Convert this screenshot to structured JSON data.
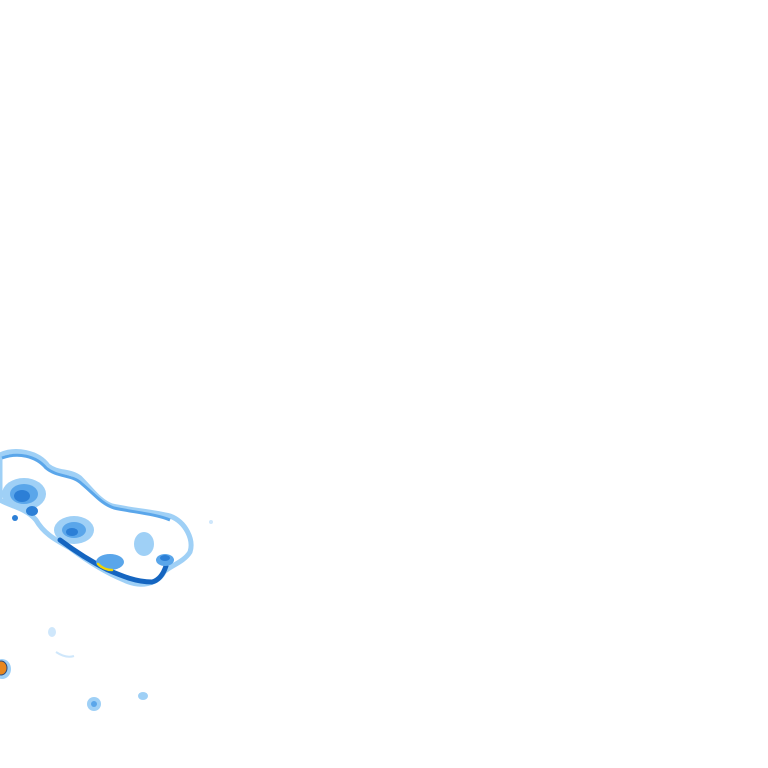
{
  "layer": {
    "kind": "precipitation-radar-overlay",
    "background": "#ffffff"
  },
  "palette": {
    "very_light": "#cfe7fb",
    "light": "#9fd0f6",
    "medium": "#5aa6ea",
    "strong": "#2c7fd6",
    "intense": "#1565c0",
    "yellow": "#f2d500",
    "orange": "#e8871e",
    "outline_dark": "#2a4a7a"
  },
  "precipitation_cells": [
    {
      "id": "main-band",
      "intensity": "light"
    },
    {
      "id": "west-core",
      "intensity": "strong"
    },
    {
      "id": "central-core",
      "intensity": "strong"
    },
    {
      "id": "south-band",
      "intensity": "intense"
    },
    {
      "id": "yellow-spot",
      "intensity": "yellow"
    },
    {
      "id": "east-cell",
      "intensity": "medium"
    },
    {
      "id": "southwest-cell",
      "intensity": "orange"
    },
    {
      "id": "small-cells",
      "intensity": "very_light"
    }
  ]
}
